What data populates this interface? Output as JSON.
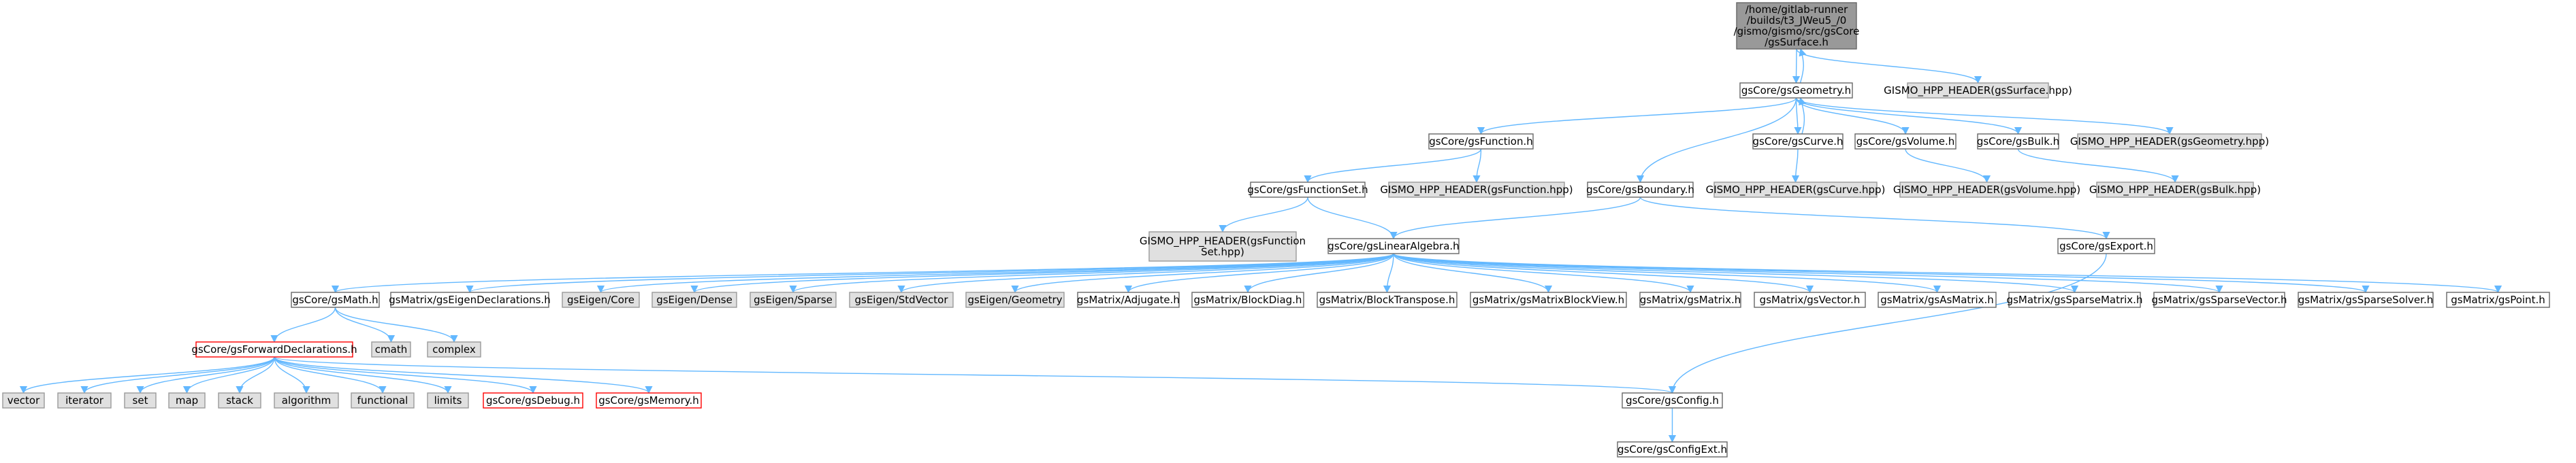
{
  "graph": {
    "colors": {
      "edge": "#63b8ff",
      "root_fill": "#999999",
      "root_border": "#666666",
      "normal_fill": "#ffffff",
      "normal_border": "#666666",
      "external_fill": "#e0e0e0",
      "external_border": "#999999",
      "truncated_border": "#ff0000"
    },
    "nodes": [
      {
        "id": "root",
        "kind": "root",
        "lines": [
          "/home/gitlab-runner",
          "/builds/t3_JWeu5_/0",
          "/gismo/gismo/src/gsCore",
          "/gsSurface.h"
        ]
      },
      {
        "id": "geometry",
        "kind": "normal",
        "lines": [
          "gsCore/gsGeometry.h"
        ]
      },
      {
        "id": "surface_hpp",
        "kind": "external",
        "lines": [
          "GISMO_HPP_HEADER(gsSurface.hpp)"
        ]
      },
      {
        "id": "function",
        "kind": "normal",
        "lines": [
          "gsCore/gsFunction.h"
        ]
      },
      {
        "id": "curve",
        "kind": "normal",
        "lines": [
          "gsCore/gsCurve.h"
        ]
      },
      {
        "id": "volume",
        "kind": "normal",
        "lines": [
          "gsCore/gsVolume.h"
        ]
      },
      {
        "id": "bulk",
        "kind": "normal",
        "lines": [
          "gsCore/gsBulk.h"
        ]
      },
      {
        "id": "geometry_hpp",
        "kind": "external",
        "lines": [
          "GISMO_HPP_HEADER(gsGeometry.hpp)"
        ]
      },
      {
        "id": "functionset",
        "kind": "normal",
        "lines": [
          "gsCore/gsFunctionSet.h"
        ]
      },
      {
        "id": "function_hpp",
        "kind": "external",
        "lines": [
          "GISMO_HPP_HEADER(gsFunction.hpp)"
        ]
      },
      {
        "id": "boundary",
        "kind": "normal",
        "lines": [
          "gsCore/gsBoundary.h"
        ]
      },
      {
        "id": "curve_hpp",
        "kind": "external",
        "lines": [
          "GISMO_HPP_HEADER(gsCurve.hpp)"
        ]
      },
      {
        "id": "volume_hpp",
        "kind": "external",
        "lines": [
          "GISMO_HPP_HEADER(gsVolume.hpp)"
        ]
      },
      {
        "id": "bulk_hpp",
        "kind": "external",
        "lines": [
          "GISMO_HPP_HEADER(gsBulk.hpp)"
        ]
      },
      {
        "id": "functionset_hpp",
        "kind": "external",
        "lines": [
          "GISMO_HPP_HEADER(gsFunction",
          "Set.hpp)"
        ]
      },
      {
        "id": "linalg",
        "kind": "normal",
        "lines": [
          "gsCore/gsLinearAlgebra.h"
        ]
      },
      {
        "id": "export",
        "kind": "normal",
        "lines": [
          "gsCore/gsExport.h"
        ]
      },
      {
        "id": "math",
        "kind": "normal",
        "lines": [
          "gsCore/gsMath.h"
        ]
      },
      {
        "id": "eigendecl",
        "kind": "normal",
        "lines": [
          "gsMatrix/gsEigenDeclarations.h"
        ]
      },
      {
        "id": "eigen_core",
        "kind": "external",
        "lines": [
          "gsEigen/Core"
        ]
      },
      {
        "id": "eigen_dense",
        "kind": "external",
        "lines": [
          "gsEigen/Dense"
        ]
      },
      {
        "id": "eigen_sparse",
        "kind": "external",
        "lines": [
          "gsEigen/Sparse"
        ]
      },
      {
        "id": "eigen_stdvector",
        "kind": "external",
        "lines": [
          "gsEigen/StdVector"
        ]
      },
      {
        "id": "eigen_geometry",
        "kind": "external",
        "lines": [
          "gsEigen/Geometry"
        ]
      },
      {
        "id": "adjugate",
        "kind": "normal",
        "lines": [
          "gsMatrix/Adjugate.h"
        ]
      },
      {
        "id": "blockdiag",
        "kind": "normal",
        "lines": [
          "gsMatrix/BlockDiag.h"
        ]
      },
      {
        "id": "blocktranspose",
        "kind": "normal",
        "lines": [
          "gsMatrix/BlockTranspose.h"
        ]
      },
      {
        "id": "matrixblockview",
        "kind": "normal",
        "lines": [
          "gsMatrix/gsMatrixBlockView.h"
        ]
      },
      {
        "id": "gsmatrix",
        "kind": "normal",
        "lines": [
          "gsMatrix/gsMatrix.h"
        ]
      },
      {
        "id": "gsvector",
        "kind": "normal",
        "lines": [
          "gsMatrix/gsVector.h"
        ]
      },
      {
        "id": "asmatrix",
        "kind": "normal",
        "lines": [
          "gsMatrix/gsAsMatrix.h"
        ]
      },
      {
        "id": "sparsematrix",
        "kind": "normal",
        "lines": [
          "gsMatrix/gsSparseMatrix.h"
        ]
      },
      {
        "id": "sparsevector",
        "kind": "normal",
        "lines": [
          "gsMatrix/gsSparseVector.h"
        ]
      },
      {
        "id": "sparsesolver",
        "kind": "normal",
        "lines": [
          "gsMatrix/gsSparseSolver.h"
        ]
      },
      {
        "id": "point",
        "kind": "normal",
        "lines": [
          "gsMatrix/gsPoint.h"
        ]
      },
      {
        "id": "cmath",
        "kind": "external",
        "lines": [
          "cmath"
        ]
      },
      {
        "id": "complex",
        "kind": "external",
        "lines": [
          "complex"
        ]
      },
      {
        "id": "forward",
        "kind": "truncated",
        "lines": [
          "gsCore/gsForwardDeclarations.h"
        ]
      },
      {
        "id": "vector",
        "kind": "external",
        "lines": [
          "vector"
        ]
      },
      {
        "id": "iterator",
        "kind": "external",
        "lines": [
          "iterator"
        ]
      },
      {
        "id": "set",
        "kind": "external",
        "lines": [
          "set"
        ]
      },
      {
        "id": "map",
        "kind": "external",
        "lines": [
          "map"
        ]
      },
      {
        "id": "stack",
        "kind": "external",
        "lines": [
          "stack"
        ]
      },
      {
        "id": "algorithm",
        "kind": "external",
        "lines": [
          "algorithm"
        ]
      },
      {
        "id": "functional",
        "kind": "external",
        "lines": [
          "functional"
        ]
      },
      {
        "id": "limits",
        "kind": "external",
        "lines": [
          "limits"
        ]
      },
      {
        "id": "debug",
        "kind": "truncated",
        "lines": [
          "gsCore/gsDebug.h"
        ]
      },
      {
        "id": "memory",
        "kind": "truncated",
        "lines": [
          "gsCore/gsMemory.h"
        ]
      },
      {
        "id": "config",
        "kind": "normal",
        "lines": [
          "gsCore/gsConfig.h"
        ]
      },
      {
        "id": "configext",
        "kind": "normal",
        "lines": [
          "gsCore/gsConfigExt.h"
        ]
      }
    ],
    "edges": [
      [
        "root",
        "geometry"
      ],
      [
        "root",
        "surface_hpp"
      ],
      [
        "geometry",
        "root"
      ],
      [
        "geometry",
        "function"
      ],
      [
        "geometry",
        "curve"
      ],
      [
        "geometry",
        "volume"
      ],
      [
        "geometry",
        "bulk"
      ],
      [
        "geometry",
        "geometry_hpp"
      ],
      [
        "geometry",
        "boundary"
      ],
      [
        "curve",
        "geometry"
      ],
      [
        "curve",
        "curve_hpp"
      ],
      [
        "volume",
        "volume_hpp"
      ],
      [
        "bulk",
        "bulk_hpp"
      ],
      [
        "function",
        "functionset"
      ],
      [
        "function",
        "function_hpp"
      ],
      [
        "functionset",
        "functionset_hpp"
      ],
      [
        "functionset",
        "linalg"
      ],
      [
        "boundary",
        "linalg"
      ],
      [
        "boundary",
        "export"
      ],
      [
        "export",
        "config"
      ],
      [
        "linalg",
        "math"
      ],
      [
        "linalg",
        "eigendecl"
      ],
      [
        "linalg",
        "eigen_core"
      ],
      [
        "linalg",
        "eigen_dense"
      ],
      [
        "linalg",
        "eigen_sparse"
      ],
      [
        "linalg",
        "eigen_stdvector"
      ],
      [
        "linalg",
        "eigen_geometry"
      ],
      [
        "linalg",
        "adjugate"
      ],
      [
        "linalg",
        "blockdiag"
      ],
      [
        "linalg",
        "blocktranspose"
      ],
      [
        "linalg",
        "matrixblockview"
      ],
      [
        "linalg",
        "gsmatrix"
      ],
      [
        "linalg",
        "gsvector"
      ],
      [
        "linalg",
        "asmatrix"
      ],
      [
        "linalg",
        "sparsematrix"
      ],
      [
        "linalg",
        "sparsevector"
      ],
      [
        "linalg",
        "sparsesolver"
      ],
      [
        "linalg",
        "point"
      ],
      [
        "math",
        "forward"
      ],
      [
        "math",
        "cmath"
      ],
      [
        "math",
        "complex"
      ],
      [
        "forward",
        "vector"
      ],
      [
        "forward",
        "iterator"
      ],
      [
        "forward",
        "set"
      ],
      [
        "forward",
        "map"
      ],
      [
        "forward",
        "stack"
      ],
      [
        "forward",
        "algorithm"
      ],
      [
        "forward",
        "functional"
      ],
      [
        "forward",
        "limits"
      ],
      [
        "forward",
        "debug"
      ],
      [
        "forward",
        "memory"
      ],
      [
        "forward",
        "config"
      ],
      [
        "config",
        "configext"
      ]
    ]
  }
}
